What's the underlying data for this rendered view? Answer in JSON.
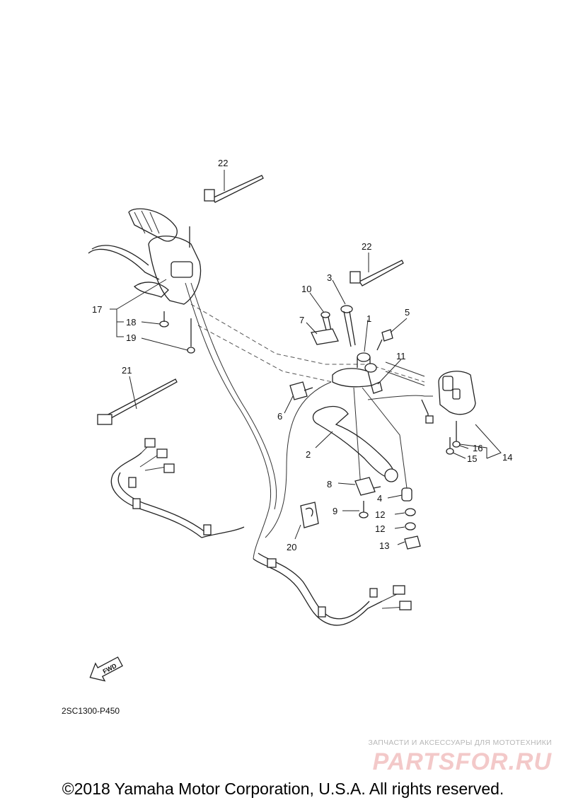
{
  "diagram": {
    "callouts": {
      "c1": "1",
      "c2": "2",
      "c3": "3",
      "c4": "4",
      "c5": "5",
      "c6": "6",
      "c7": "7",
      "c8": "8",
      "c9": "9",
      "c10": "10",
      "c11": "11",
      "c12a": "12",
      "c12b": "12",
      "c13": "13",
      "c14": "14",
      "c15": "15",
      "c16": "16",
      "c17": "17",
      "c18": "18",
      "c19": "19",
      "c20": "20",
      "c21": "21",
      "c22a": "22",
      "c22b": "22"
    },
    "fwd_label": "FWD",
    "figure_code": "2SC1300-P450"
  },
  "watermark": {
    "tagline": "ЗАПЧАСТИ И АКСЕССУАРЫ ДЛЯ МОТОТЕХНИКИ",
    "logo_text": "PARTSFOR.RU",
    "color": "#f3c9c9"
  },
  "footer": {
    "copyright": "©2018 Yamaha Motor Corporation, U.S.A. All rights reserved."
  }
}
